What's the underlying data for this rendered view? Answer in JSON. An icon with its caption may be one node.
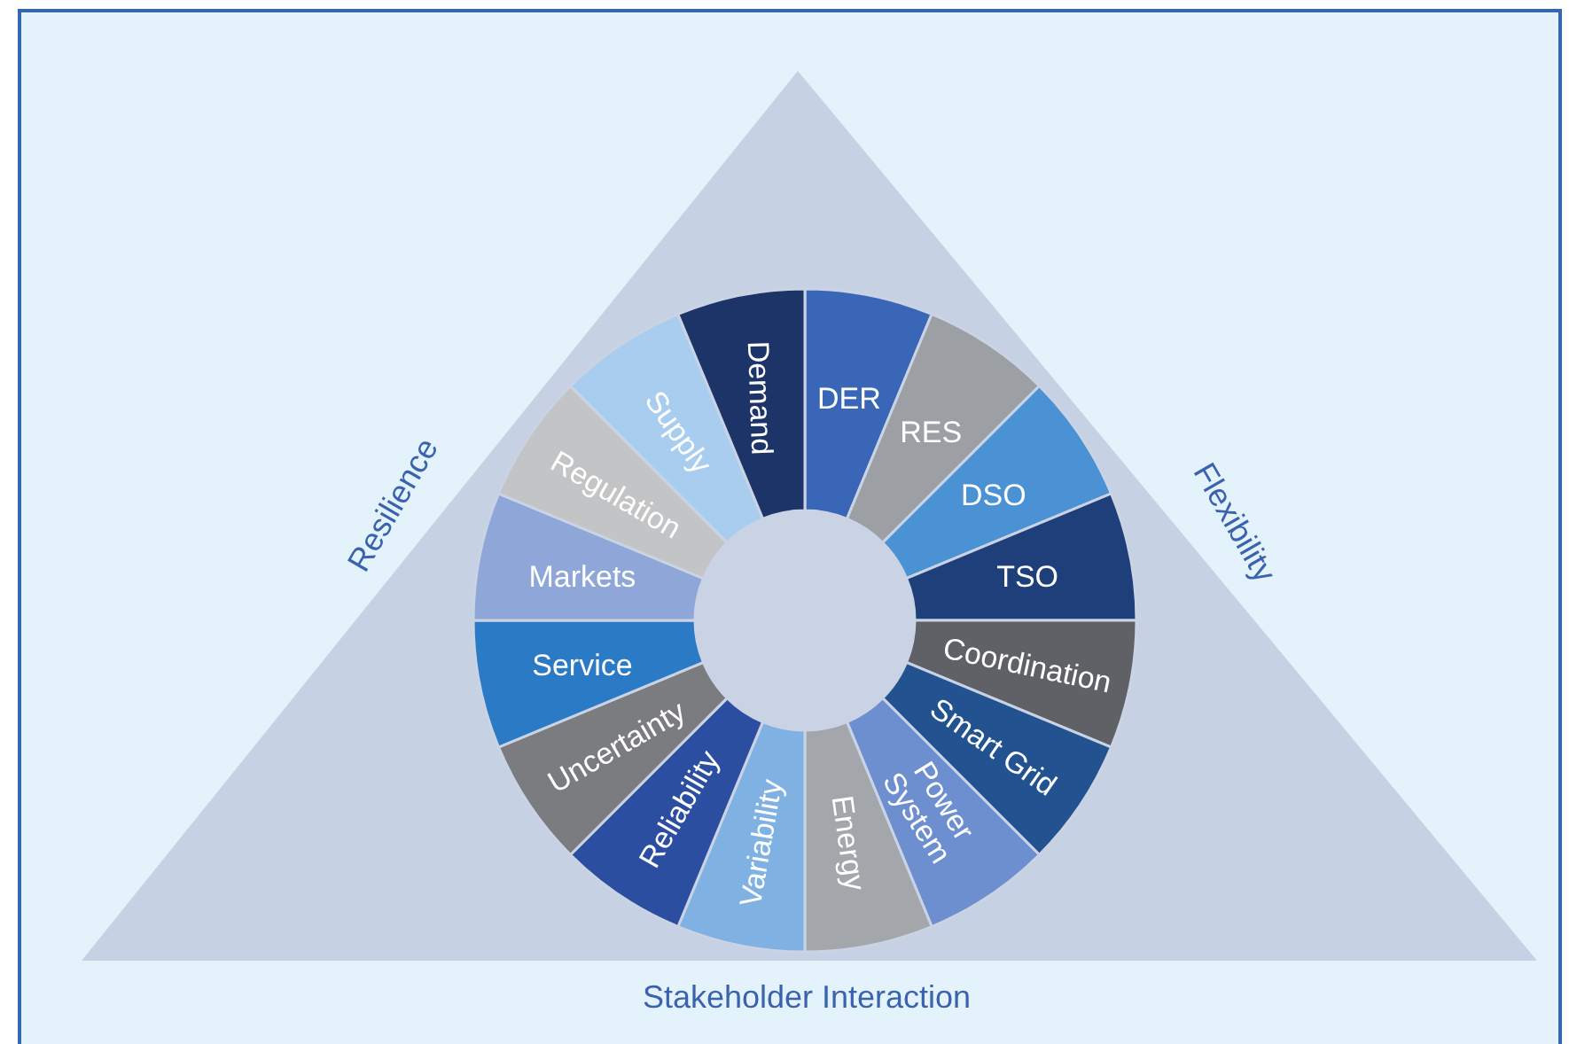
{
  "diagram": {
    "nodes": [
      {
        "text": [
          "Resilience",
          "Flexibility",
          "Stakeholder Interaction"
        ]
      },
      {
        "text": [
          "DER"
        ],
        "in": 0
      },
      {
        "text": [
          "RES"
        ],
        "in": 0
      },
      {
        "text": [
          "DSO"
        ],
        "in": 0
      },
      {
        "text": [
          "TSO"
        ],
        "in": 0
      },
      {
        "text": [
          "Coordination"
        ],
        "in": 0
      },
      {
        "text": [
          "Smart Grid"
        ],
        "in": 0
      },
      {
        "text": [
          "Power System"
        ],
        "in": 0
      },
      {
        "text": [
          "Energy"
        ],
        "in": 0
      },
      {
        "text": [
          "Variability"
        ],
        "in": 0
      },
      {
        "text": [
          "Reliability"
        ],
        "in": 0
      },
      {
        "text": [
          "Uncertainty"
        ],
        "in": 0
      },
      {
        "text": [
          "Service"
        ],
        "in": 0
      },
      {
        "text": [
          "Markets"
        ],
        "in": 0
      },
      {
        "text": [
          "Regulation"
        ],
        "in": 0
      },
      {
        "text": [
          "Supply"
        ],
        "in": 0
      },
      {
        "text": [
          "Demand"
        ],
        "in": 0
      }
    ]
  }
}
